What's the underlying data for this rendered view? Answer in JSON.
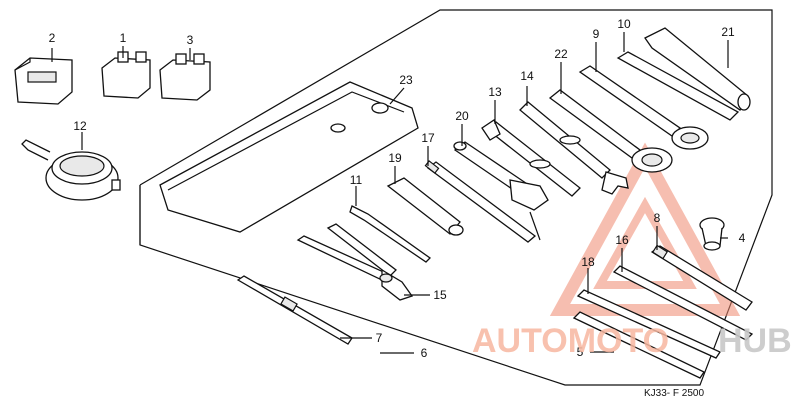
{
  "diagram": {
    "callouts": [
      "1",
      "2",
      "3",
      "4",
      "5",
      "6",
      "7",
      "8",
      "9",
      "10",
      "11",
      "12",
      "13",
      "14",
      "15",
      "16",
      "17",
      "18",
      "19",
      "20",
      "21",
      "22",
      "23"
    ],
    "drawing_code": "KJ33- F 2500"
  },
  "watermark": {
    "part1": "AUTOMOTO",
    "part2": "HUB",
    "color_primary": "#f7a58c",
    "color_secondary": "#bdbdbd"
  }
}
